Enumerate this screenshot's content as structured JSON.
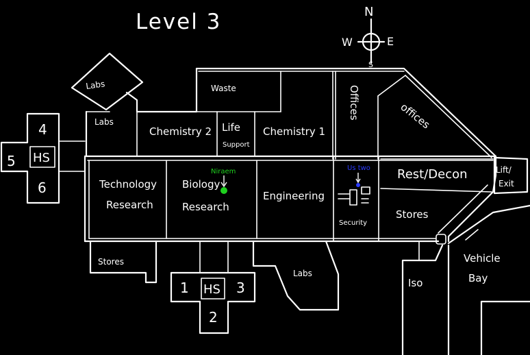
{
  "map": {
    "title": "Level 3",
    "compass": {
      "north": "N",
      "south": "S",
      "east": "E",
      "west": "W"
    },
    "rooms": {
      "labs_top": "Labs",
      "labs_left": "Labs",
      "waste": "Waste",
      "chemistry_2": "Chemistry 2",
      "life_support_1": "Life",
      "life_support_2": "Support",
      "chemistry_1": "Chemistry 1",
      "offices_vertical": "Offices",
      "offices_diagonal": "offices",
      "technology_research_1": "Technology",
      "technology_research_2": "Research",
      "biology_research_1": "Biology",
      "biology_research_2": "Research",
      "engineering": "Engineering",
      "security": "Security",
      "rest_decon": "Rest/Decon",
      "lift_1": "Lift/",
      "lift_2": "Exit",
      "stores_right": "Stores",
      "stores_bottom": "Stores",
      "labs_bottom": "Labs",
      "iso": "Iso",
      "vehicle_bay_1": "Vehicle",
      "vehicle_bay_2": "Bay"
    },
    "hubs": {
      "left": {
        "label": "HS",
        "n_top": "4",
        "n_left": "5",
        "n_bottom": "6"
      },
      "bottom": {
        "label": "HS",
        "n_left": "1",
        "n_right": "3",
        "n_bottom": "2"
      }
    },
    "markers": {
      "niraem": {
        "label": "Niraem",
        "color": "#1fd11f"
      },
      "us_two": {
        "label": "Us two",
        "color": "#2b3bff"
      }
    }
  }
}
